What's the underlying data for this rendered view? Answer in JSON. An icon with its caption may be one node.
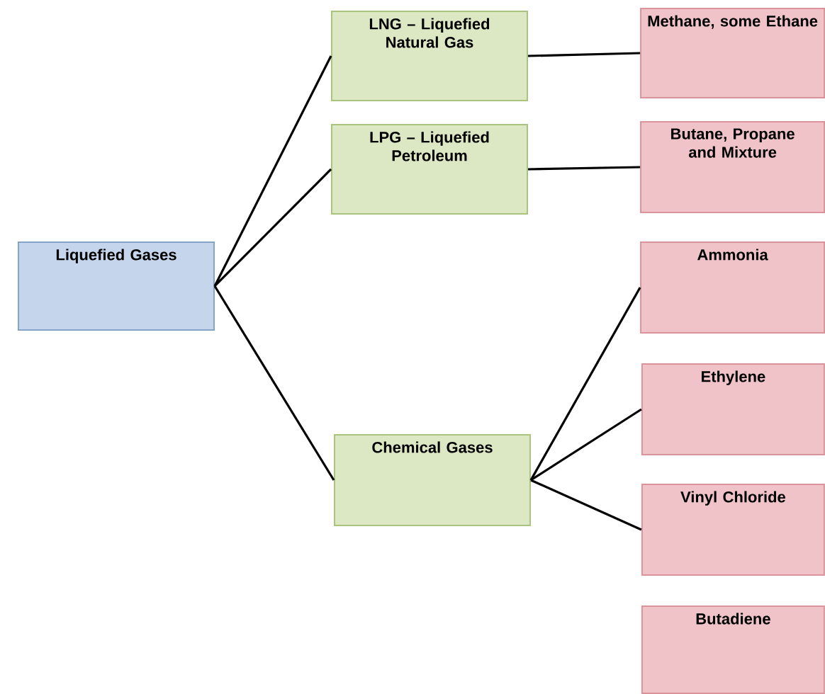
{
  "diagram": {
    "nodes": [
      {
        "text": [
          "Liquefied Gases"
        ]
      },
      {
        "text": [
          "LNG – Liquefied Natural Gas"
        ]
      },
      {
        "text": [
          "LPG – Liquefied Petroleum"
        ]
      },
      {
        "text": [
          "Chemical Gases"
        ]
      },
      {
        "text": [
          "Methane, some Ethane"
        ]
      },
      {
        "text": [
          "Butane, Propane and Mixture"
        ]
      },
      {
        "text": [
          "Ammonia"
        ]
      },
      {
        "text": [
          "Ethylene"
        ]
      },
      {
        "text": [
          "Vinyl Chloride"
        ]
      },
      {
        "text": [
          "Butadiene"
        ]
      }
    ],
    "edges": [
      {
        "from": 0,
        "to": 1,
        "arrow": "none"
      },
      {
        "from": 0,
        "to": 2,
        "arrow": "none"
      },
      {
        "from": 0,
        "to": 3,
        "arrow": "none"
      },
      {
        "from": 1,
        "to": 4,
        "arrow": "none"
      },
      {
        "from": 2,
        "to": 5,
        "arrow": "none"
      },
      {
        "from": 3,
        "to": 6,
        "arrow": "none"
      },
      {
        "from": 3,
        "to": 7,
        "arrow": "none"
      },
      {
        "from": 3,
        "to": 8,
        "arrow": "none"
      }
    ]
  }
}
